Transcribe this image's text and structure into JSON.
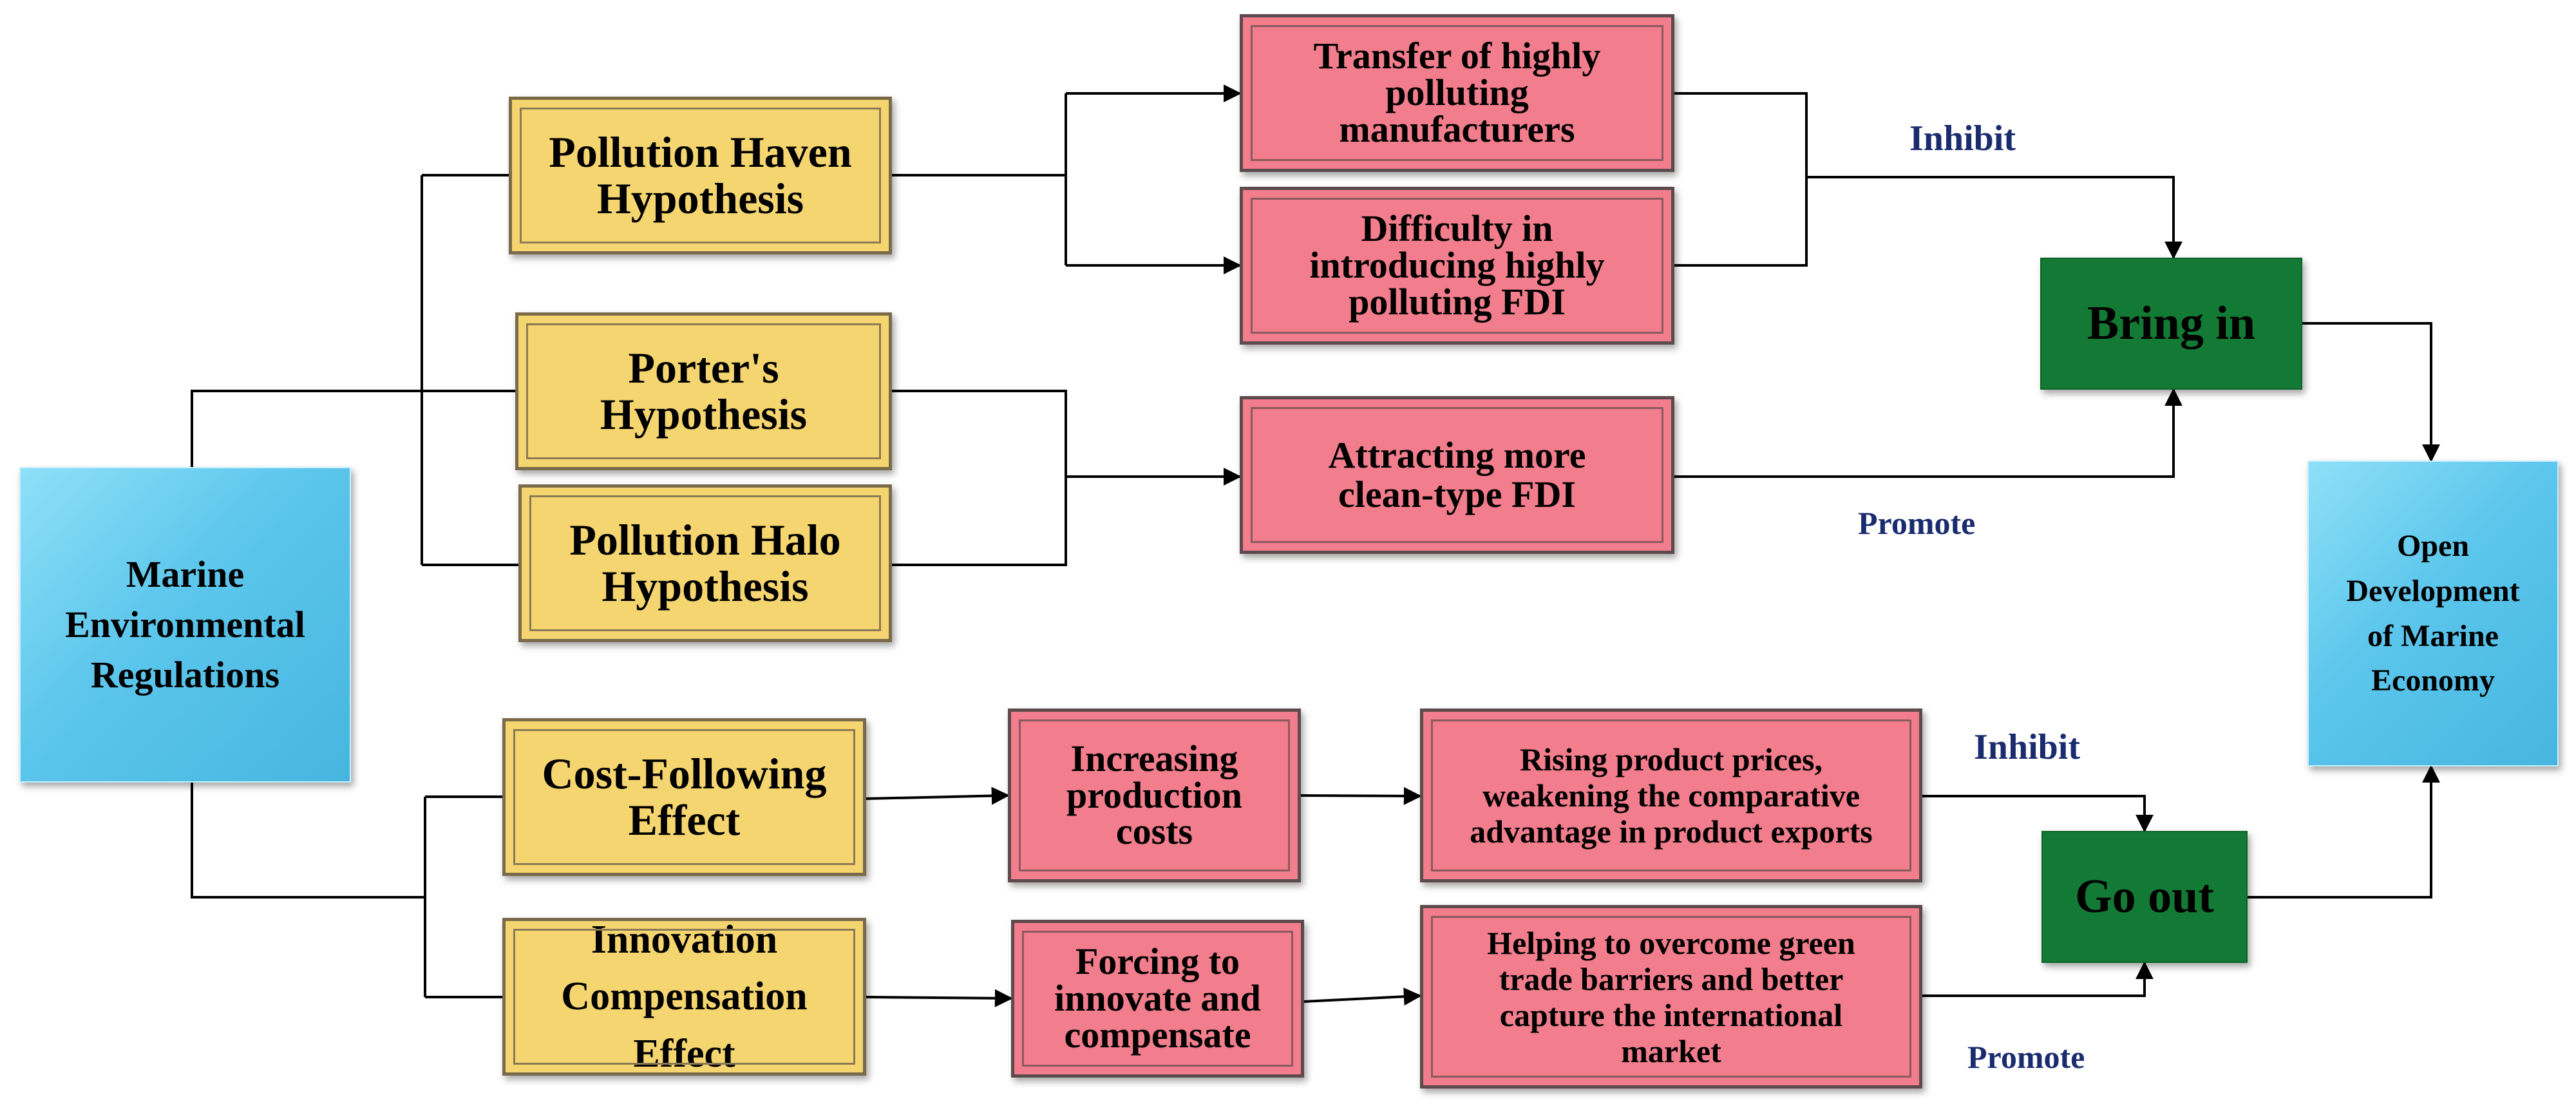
{
  "nodes": {
    "marine_regulations": [
      "Marine",
      "Environmental",
      "Regulations"
    ],
    "pollution_haven": [
      "Pollution Haven",
      "Hypothesis"
    ],
    "porter": [
      "Porter's",
      "Hypothesis"
    ],
    "pollution_halo": [
      "Pollution Halo",
      "Hypothesis"
    ],
    "cost_following": [
      "Cost-Following",
      "Effect"
    ],
    "innovation_compensation": [
      "Innovation",
      "Compensation",
      "Effect"
    ],
    "transfer_polluting": [
      "Transfer of highly",
      "polluting",
      "manufacturers"
    ],
    "difficulty_fdi": [
      "Difficulty in",
      "introducing highly",
      "polluting FDI"
    ],
    "attracting_clean": [
      "Attracting more",
      "clean-type FDI"
    ],
    "increasing_costs": [
      "Increasing",
      "production",
      "costs"
    ],
    "forcing_innovate": [
      "Forcing to",
      "innovate and",
      "compensate"
    ],
    "rising_prices": [
      "Rising product prices,",
      "weakening the comparative",
      "advantage in product exports"
    ],
    "helping_overcome": [
      "Helping to overcome green",
      "trade barriers and better",
      "capture the international",
      "market"
    ],
    "bring_in": "Bring in",
    "go_out": "Go out",
    "open_development": [
      "Open",
      "Development",
      "of Marine",
      "Economy"
    ]
  },
  "edge_labels": {
    "inhibit_top": "Inhibit",
    "promote_top": "Promote",
    "inhibit_bottom": "Inhibit",
    "promote_bottom": "Promote"
  },
  "colors": {
    "blue_box": "#5cc6ec",
    "yellow_box": "#f5d56f",
    "red_box": "#f27d8c",
    "green_box": "#127a34",
    "label_text": "#1a2b6e",
    "connector": "#000000"
  }
}
